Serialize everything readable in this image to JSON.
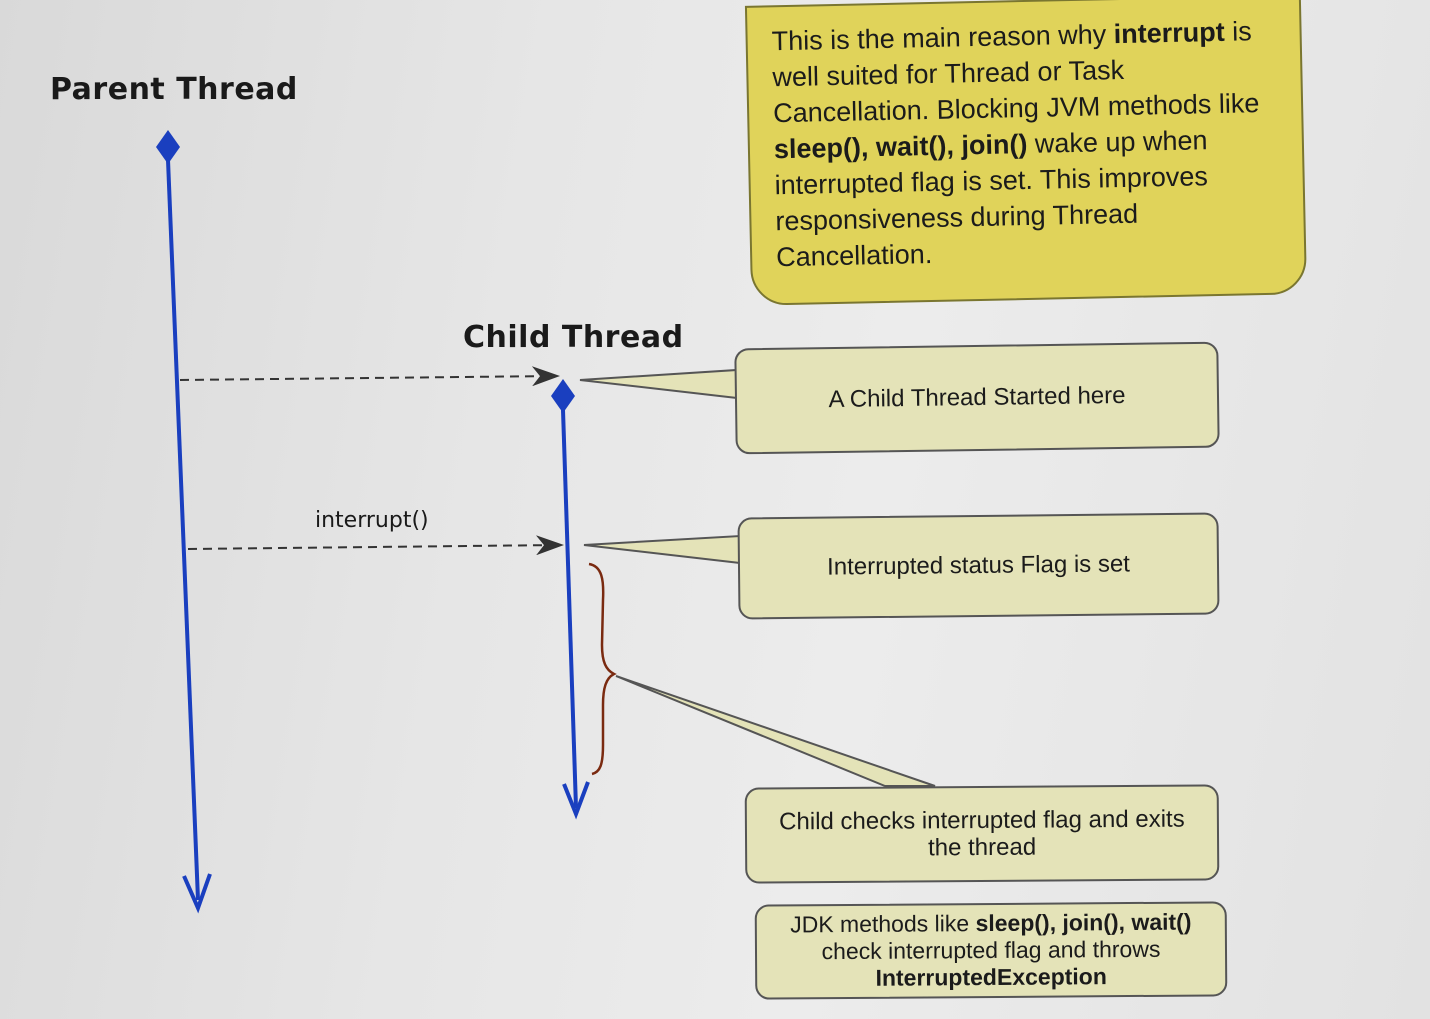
{
  "labels": {
    "parent_thread": "Parent Thread",
    "child_thread": "Child Thread",
    "interrupt_call": "interrupt()"
  },
  "notes": {
    "reason": {
      "t1": "This is the main reason why ",
      "b1": "interrupt",
      "t2": " is well suited for Thread or Task Cancellation. Blocking JVM methods like ",
      "b2": "sleep(), wait(), join()",
      "t3": " wake up when interrupted flag is set. This improves responsiveness during Thread Cancellation."
    },
    "child_started": "A Child Thread Started here",
    "flag_set": "Interrupted status Flag is set",
    "child_exits": "Child checks interrupted flag and exits the thread",
    "jdk_methods": {
      "t1": "JDK methods like ",
      "b1": "sleep(), join(), wait()",
      "t2": " check interrupted flag and throws ",
      "b2": "InterruptedException"
    }
  },
  "colors": {
    "thread_line": "#1a3fbf",
    "dashed_arrow": "#333333",
    "brace": "#7a2a10",
    "highlight_note": "#e0d35a",
    "callout_note": "#e4e3b8"
  }
}
